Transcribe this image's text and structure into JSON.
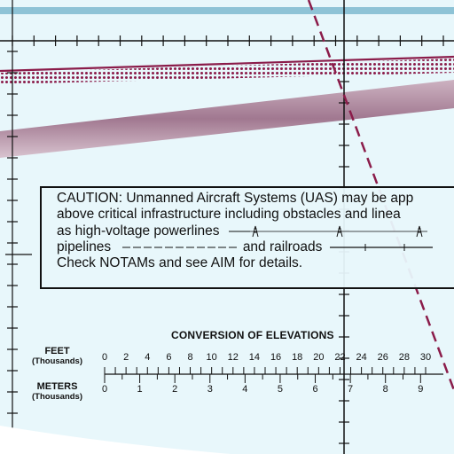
{
  "caution": {
    "line1": "CAUTION: Unmanned Aircraft Systems (UAS) may be app",
    "line2": "above critical infrastructure including obstacles and linea",
    "line3_text": "as high-voltage powerlines",
    "line4_pipelines": "pipelines",
    "line4_and_railroads": "and  railroads",
    "line5": "Check NOTAMs and see AIM for details."
  },
  "conversion": {
    "title": "CONVERSION OF ELEVATIONS",
    "feet_label": "FEET",
    "feet_unit": "(Thousands)",
    "meters_label": "METERS",
    "meters_unit": "(Thousands)",
    "feet_ticks": [
      "0",
      "2",
      "4",
      "6",
      "8",
      "10",
      "12",
      "14",
      "16",
      "18",
      "20",
      "22",
      "24",
      "26",
      "28",
      "30"
    ],
    "meter_ticks": [
      "0",
      "1",
      "2",
      "3",
      "4",
      "5",
      "6",
      "7",
      "8",
      "9"
    ]
  },
  "colors": {
    "background": "#e8f7fb",
    "blue_band": "#8ec3d6",
    "maroon": "#8b1c4a",
    "mauve_band": "#b48ea2",
    "black": "#111111"
  }
}
